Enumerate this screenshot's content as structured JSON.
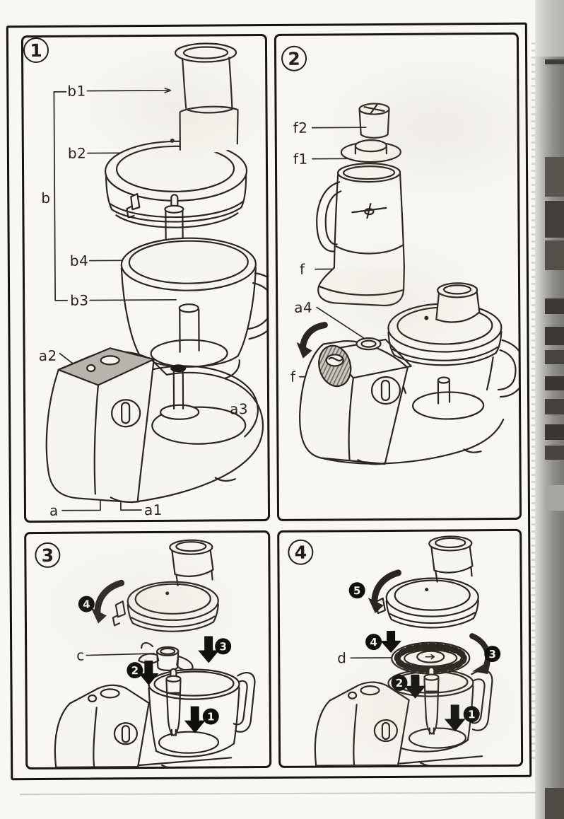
{
  "document": {
    "kind": "scanned appliance instruction page",
    "subject": "food processor assembly diagrams"
  },
  "colors": {
    "paper": "#f9f7f3",
    "ink": "#2a251f",
    "badge": "#0f0d0a",
    "grey_panel": "#b7b4ae",
    "edge_shadow": "#7b7975"
  },
  "icons": {
    "rotate_arrow": "thick curved rotation arrow",
    "down_arrow": "thick downward insertion arrow"
  },
  "panels": [
    {
      "number": "1",
      "labels": [
        "b1",
        "b2",
        "b",
        "b4",
        "b3",
        "a2",
        "a3",
        "a",
        "a1"
      ]
    },
    {
      "number": "2",
      "labels": [
        "f2",
        "f1",
        "f",
        "a4",
        "f"
      ]
    },
    {
      "number": "3",
      "labels": [
        "c"
      ],
      "steps": [
        "1",
        "2",
        "3",
        "4"
      ]
    },
    {
      "number": "4",
      "labels": [
        "d"
      ],
      "steps": [
        "1",
        "2",
        "3",
        "4",
        "5"
      ]
    }
  ]
}
